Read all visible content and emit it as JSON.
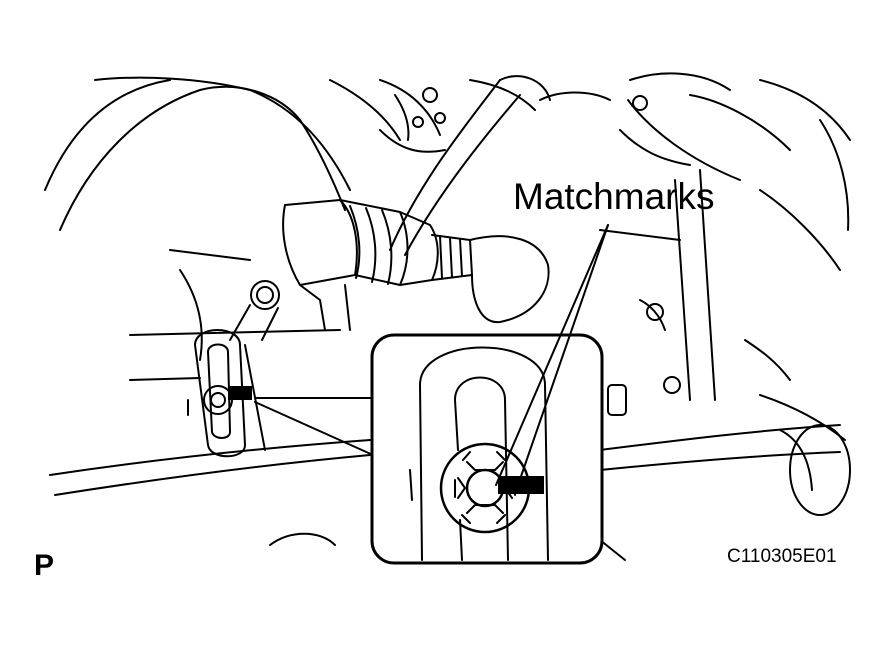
{
  "figure": {
    "callout_label": "Matchmarks",
    "view_letter": "P",
    "figure_code": "C110305E01"
  },
  "colors": {
    "ink": "#000000",
    "paper": "#ffffff"
  }
}
